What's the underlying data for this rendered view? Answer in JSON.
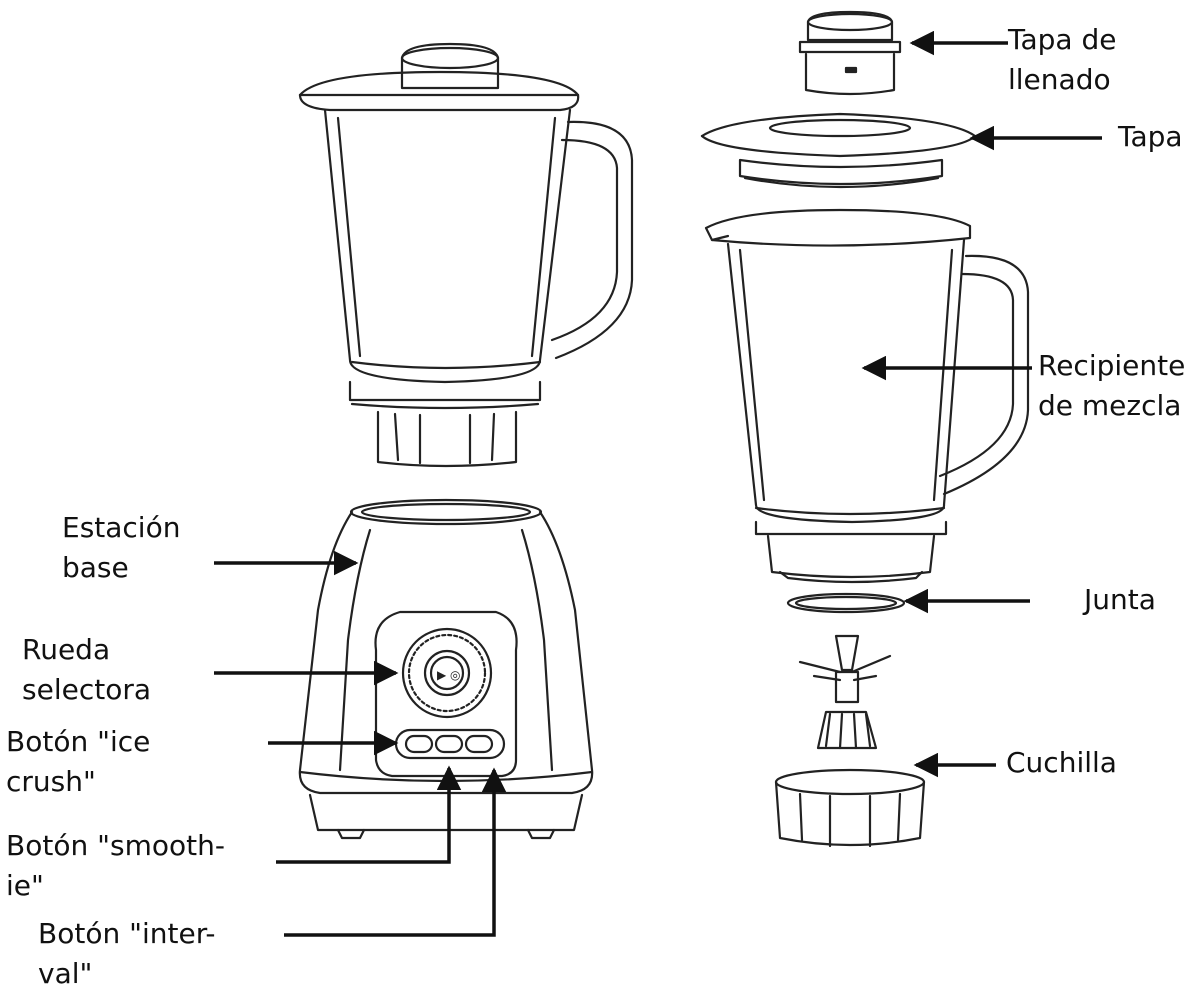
{
  "labels": {
    "fill_cap": [
      "Tapa de",
      "llenado"
    ],
    "lid": "Tapa",
    "jar": [
      "Recipiente",
      "de mezcla"
    ],
    "gasket": "Junta",
    "blade": "Cuchilla",
    "base": [
      "Estación",
      "base"
    ],
    "dial": [
      "Rueda",
      "selectora"
    ],
    "ice": [
      "Botón \"ice",
      "crush\""
    ],
    "smoothie": [
      "Botón \"smooth-",
      "ie\""
    ],
    "interval": [
      "Botón \"inter-",
      "val\""
    ]
  }
}
